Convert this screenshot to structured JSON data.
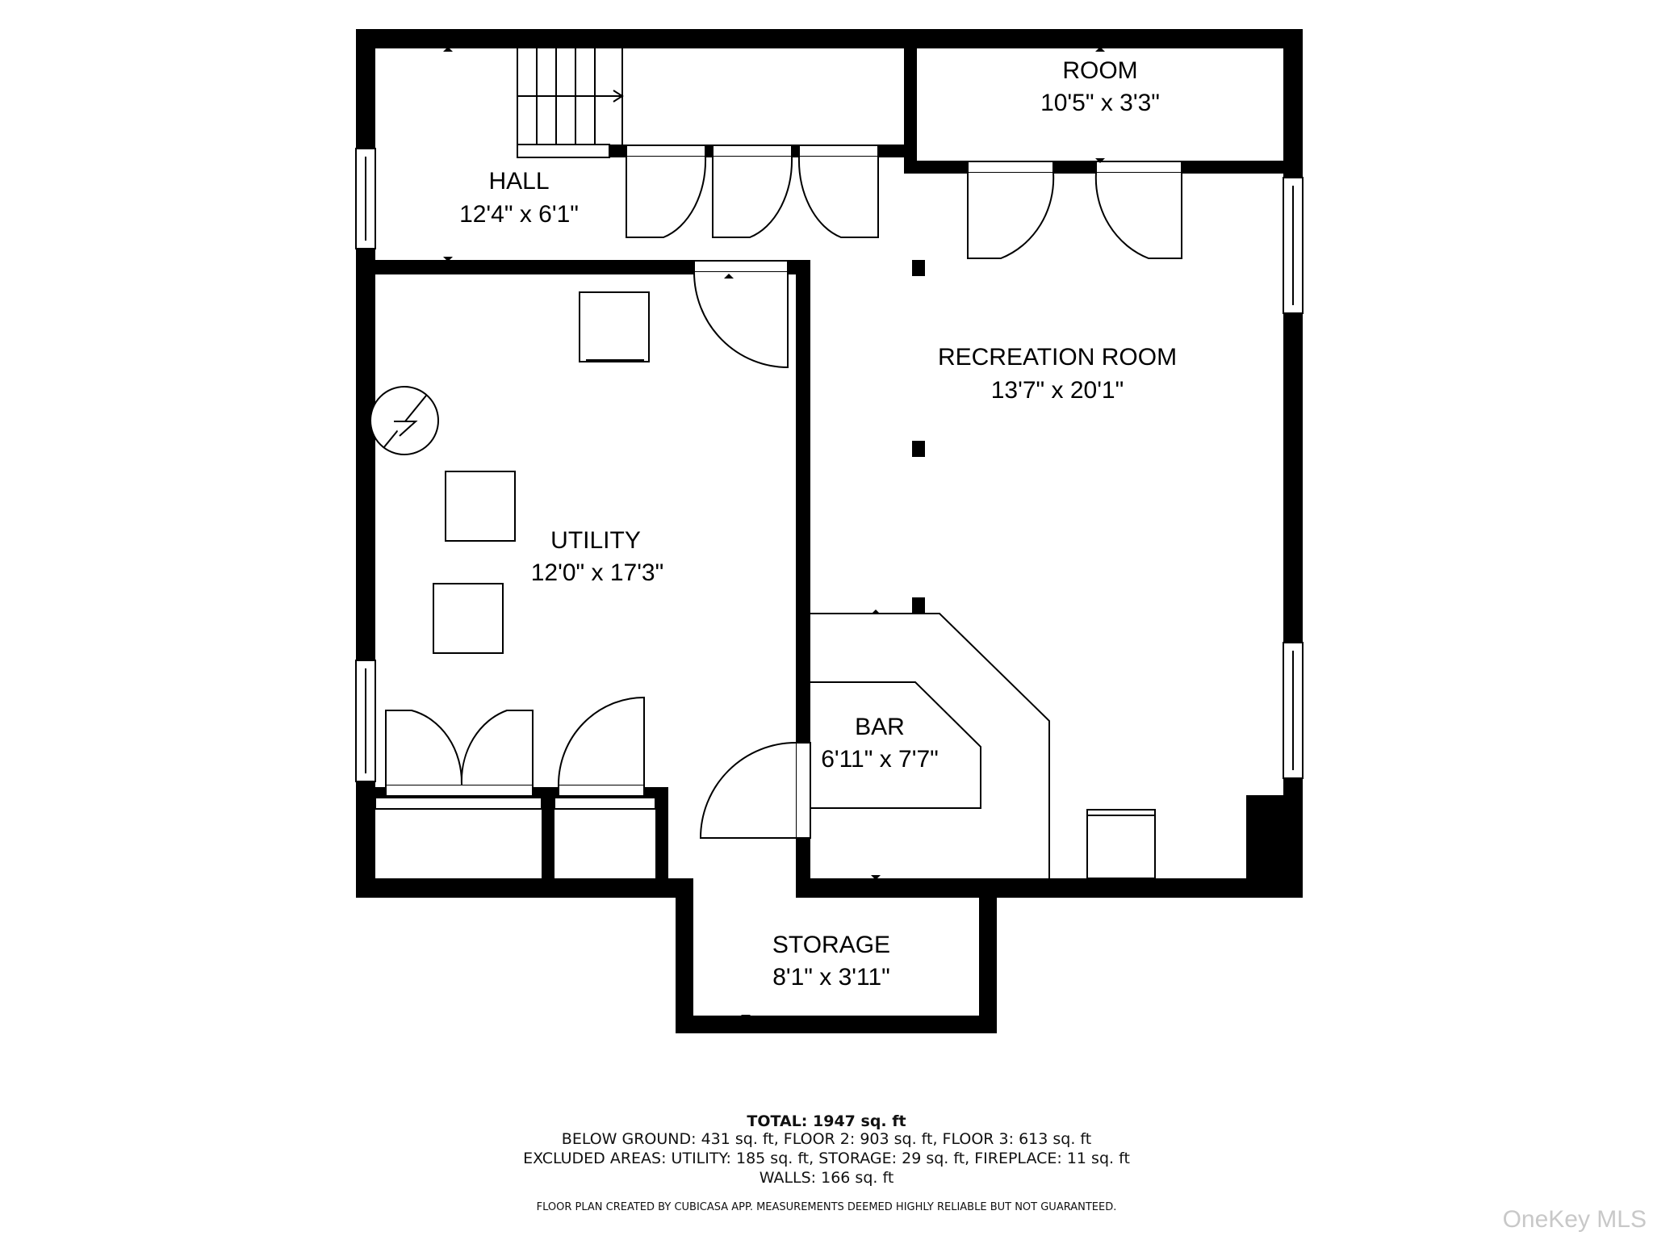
{
  "rooms": {
    "hall": {
      "name": "HALL",
      "dimensions": "12'4\" x 6'1\""
    },
    "room": {
      "name": "ROOM",
      "dimensions": "10'5\" x 3'3\""
    },
    "recreation": {
      "name": "RECREATION ROOM",
      "dimensions": "13'7\" x 20'1\""
    },
    "utility": {
      "name": "UTILITY",
      "dimensions": "12'0\" x 17'3\""
    },
    "bar": {
      "name": "BAR",
      "dimensions": "6'11\" x 7'7\""
    },
    "storage": {
      "name": "STORAGE",
      "dimensions": "8'1\" x 3'11\""
    }
  },
  "summary": {
    "total": "TOTAL: 1947 sq. ft",
    "floors": "BELOW GROUND: 431 sq. ft, FLOOR 2: 903 sq. ft, FLOOR 3: 613 sq. ft",
    "excluded": "EXCLUDED AREAS: UTILITY: 185 sq. ft, STORAGE: 29 sq. ft, FIREPLACE: 11 sq. ft",
    "walls": "WALLS: 166 sq. ft"
  },
  "disclaimer": "FLOOR PLAN CREATED BY CUBICASA APP. MEASUREMENTS DEEMED HIGHLY RELIABLE BUT NOT GUARANTEED.",
  "watermark": "OneKey MLS",
  "colors": {
    "wall": "#000000",
    "background": "#ffffff",
    "watermark": "#c8c8c8"
  }
}
